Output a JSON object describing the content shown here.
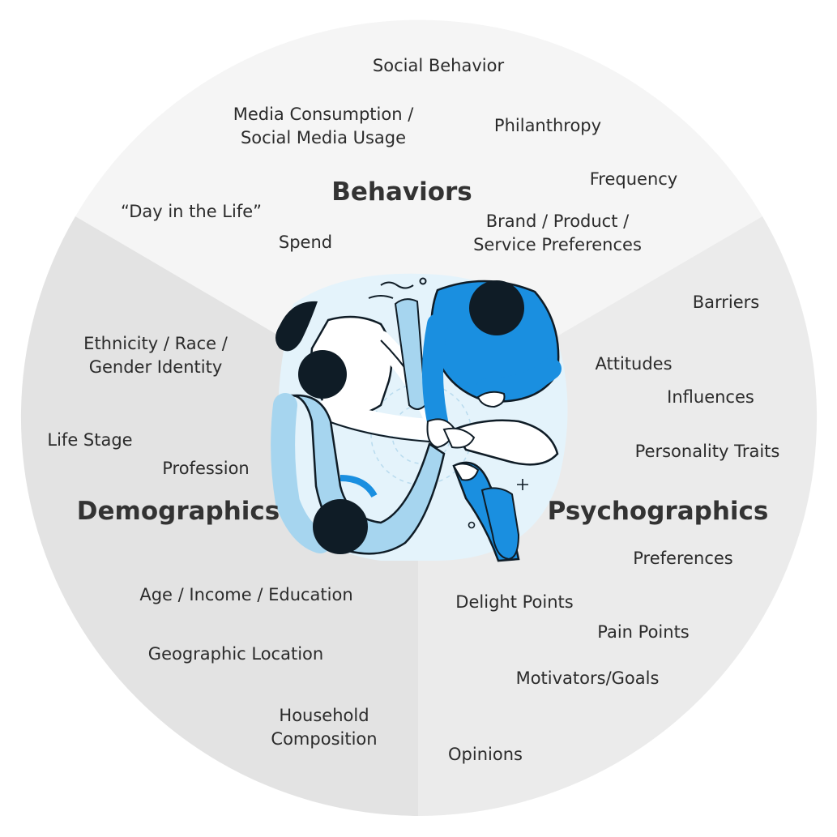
{
  "colors": {
    "behaviors_sector": "#f5f5f5",
    "demographics_sector": "#e3e3e3",
    "psychographics_sector": "#ebebeb",
    "hub": "#e4f3fb",
    "bright_blue": "#1a8fe0",
    "light_blue": "#a6d5ef",
    "ink": "#0f1c26"
  },
  "sectors": {
    "behaviors": {
      "heading": "Behaviors",
      "items": {
        "social_behavior": "Social Behavior",
        "media_line1": "Media Consumption /",
        "media_line2": "Social Media Usage",
        "philanthropy": "Philanthropy",
        "frequency": "Frequency",
        "day_in_life": "“Day in the Life”",
        "spend": "Spend",
        "brand_line1": "Brand / Product /",
        "brand_line2": "Service Preferences"
      }
    },
    "demographics": {
      "heading": "Demographics",
      "items": {
        "ethnicity_line1": "Ethnicity / Race /",
        "ethnicity_line2": "Gender Identity",
        "life_stage": "Life Stage",
        "profession": "Profession",
        "age_income": "Age / Income / Education",
        "geographic": "Geographic Location",
        "household_line1": "Household",
        "household_line2": "Composition"
      }
    },
    "psychographics": {
      "heading": "Psychographics",
      "items": {
        "barriers": "Barriers",
        "attitudes": "Attitudes",
        "influences": "Influences",
        "personality": "Personality Traits",
        "preferences": "Preferences",
        "delight": "Delight Points",
        "pain": "Pain Points",
        "motivators": "Motivators/Goals",
        "opinions": "Opinions"
      }
    }
  },
  "illustration": {
    "icon": "team-hands-together-illustration"
  }
}
